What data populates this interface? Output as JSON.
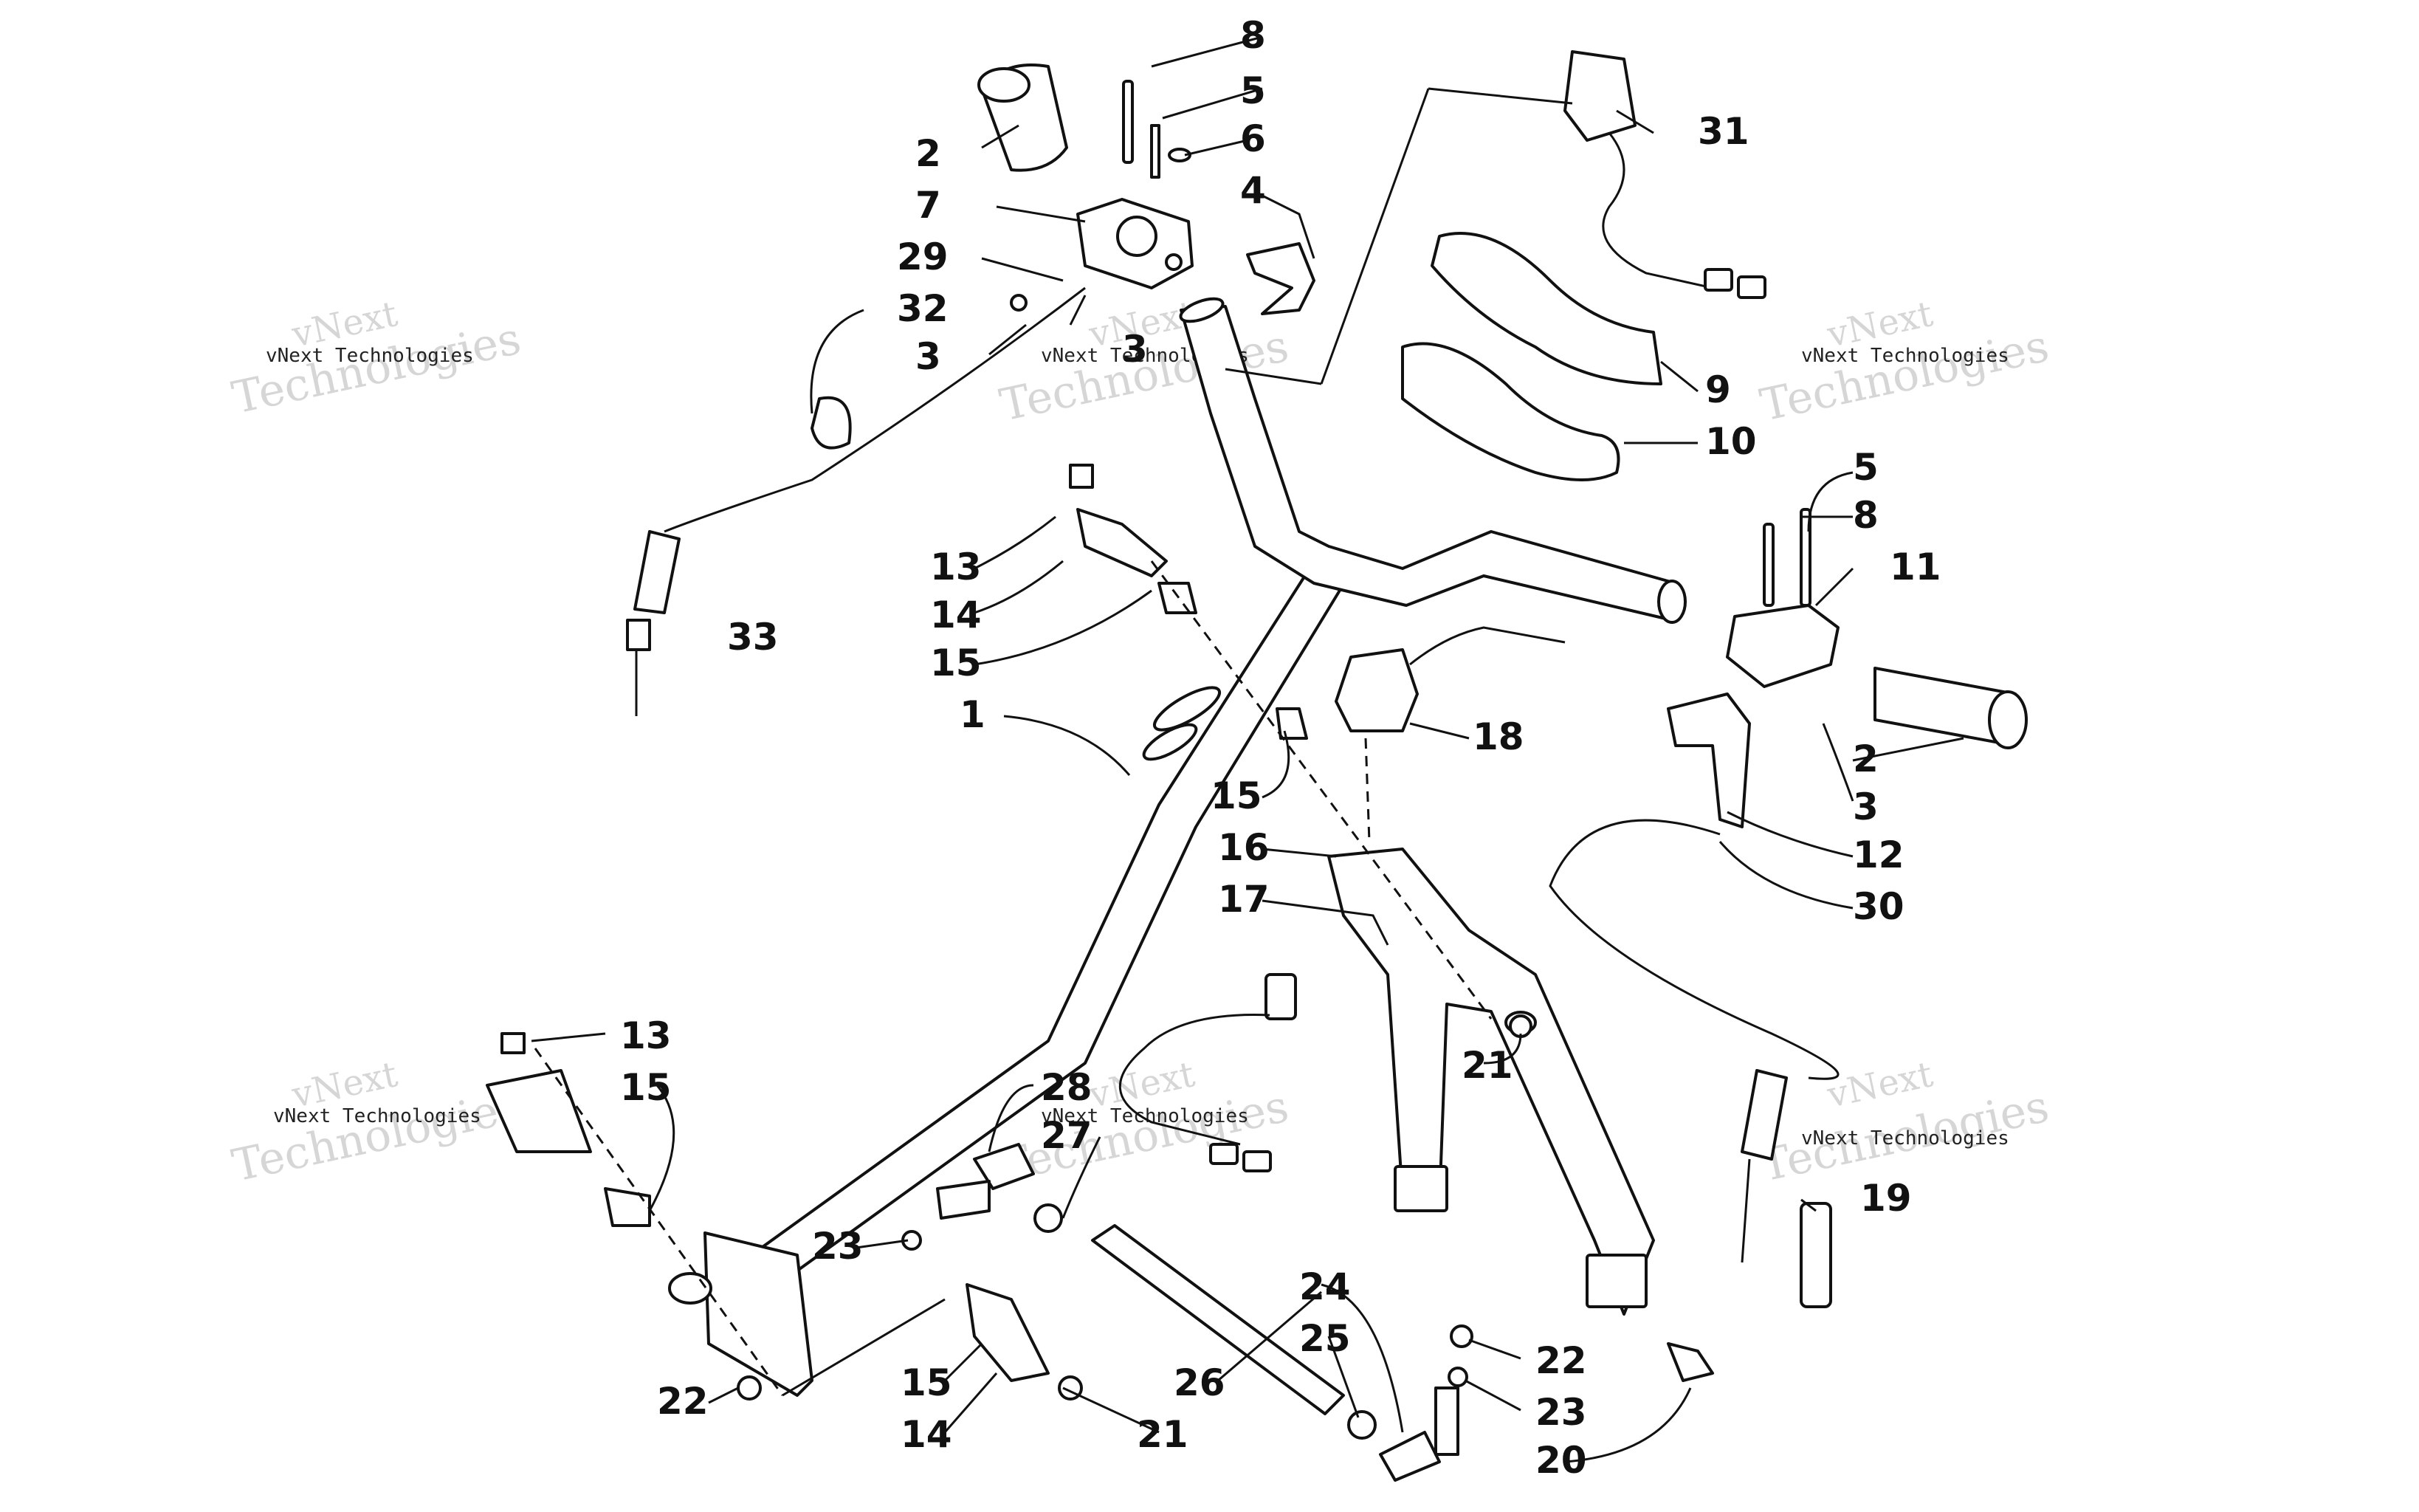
{
  "watermark": {
    "line1": "vNext",
    "line2": "Technologies",
    "small": "vNext Technologies"
  },
  "callouts": {
    "c1": "1",
    "c2a": "2",
    "c2b": "2",
    "c3a": "3",
    "c3b": "3",
    "c3c": "3",
    "c4": "4",
    "c5a": "5",
    "c5b": "5",
    "c6": "6",
    "c7": "7",
    "c8a": "8",
    "c8b": "8",
    "c9": "9",
    "c10": "10",
    "c11": "11",
    "c12": "12",
    "c13a": "13",
    "c13b": "13",
    "c14a": "14",
    "c14b": "14",
    "c15a": "15",
    "c15b": "15",
    "c15c": "15",
    "c15d": "15",
    "c16": "16",
    "c17": "17",
    "c18": "18",
    "c19": "19",
    "c20": "20",
    "c21a": "21",
    "c21b": "21",
    "c22a": "22",
    "c22b": "22",
    "c23a": "23",
    "c23b": "23",
    "c24": "24",
    "c25": "25",
    "c26": "26",
    "c27": "27",
    "c28": "28",
    "c29": "29",
    "c30": "30",
    "c31": "31",
    "c32": "32",
    "c33": "33"
  },
  "colors": {
    "ink": "#111111",
    "watermark": "#d6d6d6",
    "background": "#ffffff"
  }
}
